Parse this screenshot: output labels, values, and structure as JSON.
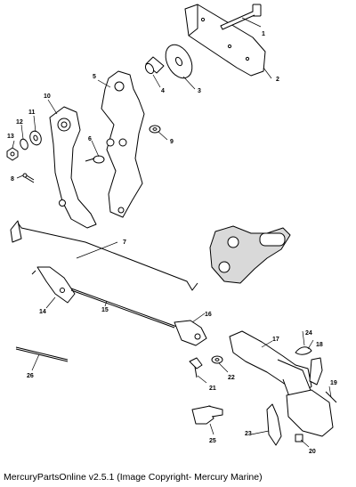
{
  "diagram": {
    "callouts": [
      "1",
      "2",
      "3",
      "4",
      "5",
      "6",
      "7",
      "8",
      "9",
      "10",
      "11",
      "12",
      "13",
      "14",
      "15",
      "16",
      "17",
      "18",
      "19",
      "20",
      "21",
      "22",
      "23",
      "24",
      "25",
      "26"
    ]
  },
  "footer": {
    "text": "MercuryPartsOnline v2.5.1 (Image Copyright- Mercury Marine)"
  }
}
